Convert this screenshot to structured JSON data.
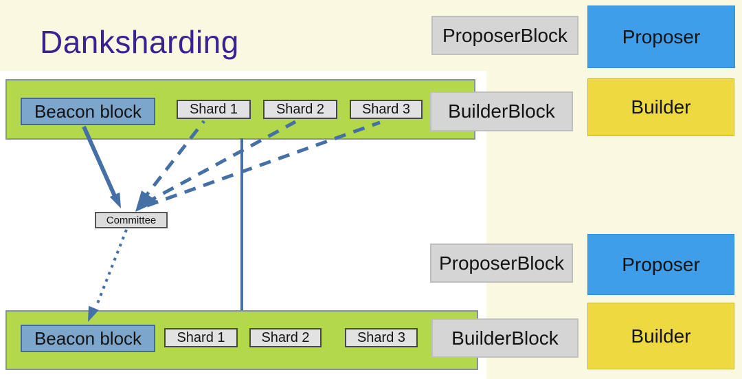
{
  "title": "Danksharding",
  "committee": {
    "label": "Committee"
  },
  "slots": [
    {
      "beacon_label": "Beacon block",
      "shards": [
        "Shard 1",
        "Shard 2",
        "Shard 3"
      ],
      "proposer_block_label": "ProposerBlock",
      "proposer_label": "Proposer",
      "builder_block_label": "BuilderBlock",
      "builder_label": "Builder"
    },
    {
      "beacon_label": "Beacon block",
      "shards": [
        "Shard 1",
        "Shard 2",
        "Shard 3"
      ],
      "proposer_block_label": "ProposerBlock",
      "proposer_label": "Proposer",
      "builder_block_label": "BuilderBlock",
      "builder_label": "Builder"
    }
  ],
  "connections": [
    {
      "from": "beacon-block-top",
      "to": "committee",
      "style": "solid-arrow"
    },
    {
      "from": "shard-1-top",
      "to": "committee",
      "style": "dashed-arrow"
    },
    {
      "from": "shard-2-top",
      "to": "committee",
      "style": "dashed-arrow"
    },
    {
      "from": "shard-3-top",
      "to": "committee",
      "style": "dashed-arrow"
    },
    {
      "from": "builder-bar-top",
      "to": "builder-bar-bottom",
      "style": "solid-line"
    },
    {
      "from": "committee",
      "to": "beacon-block-bottom",
      "style": "dotted-arrow"
    }
  ],
  "colors": {
    "background_cream": "#faf8e1",
    "panel_white": "#ffffff",
    "green_bar": "#b3d84b",
    "green_bar_border": "#85958b",
    "beacon_blue": "#7da6cd",
    "beacon_border": "#44699d",
    "proposer_blue": "#3f9ee9",
    "builder_yellow": "#efd941",
    "gray_box": "#d5d5d5",
    "shard_gray": "#e2e2e2",
    "arrow_blue": "#4470a6",
    "title_purple": "#3b2191"
  }
}
